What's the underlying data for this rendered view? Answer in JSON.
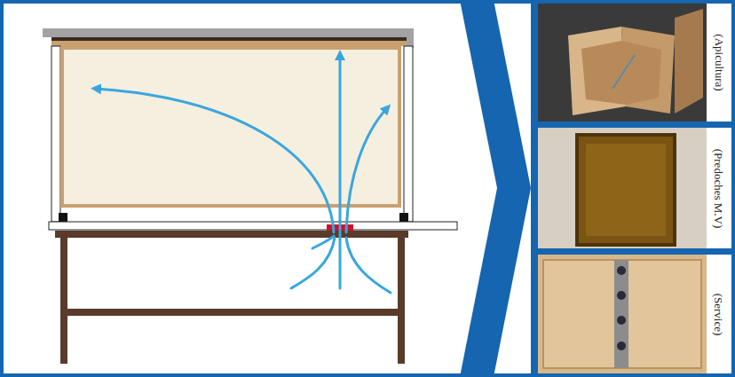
{
  "diagram": {
    "labels": [
      "(Apicultura)",
      "(Predoches M.V)",
      "(Service)"
    ]
  }
}
